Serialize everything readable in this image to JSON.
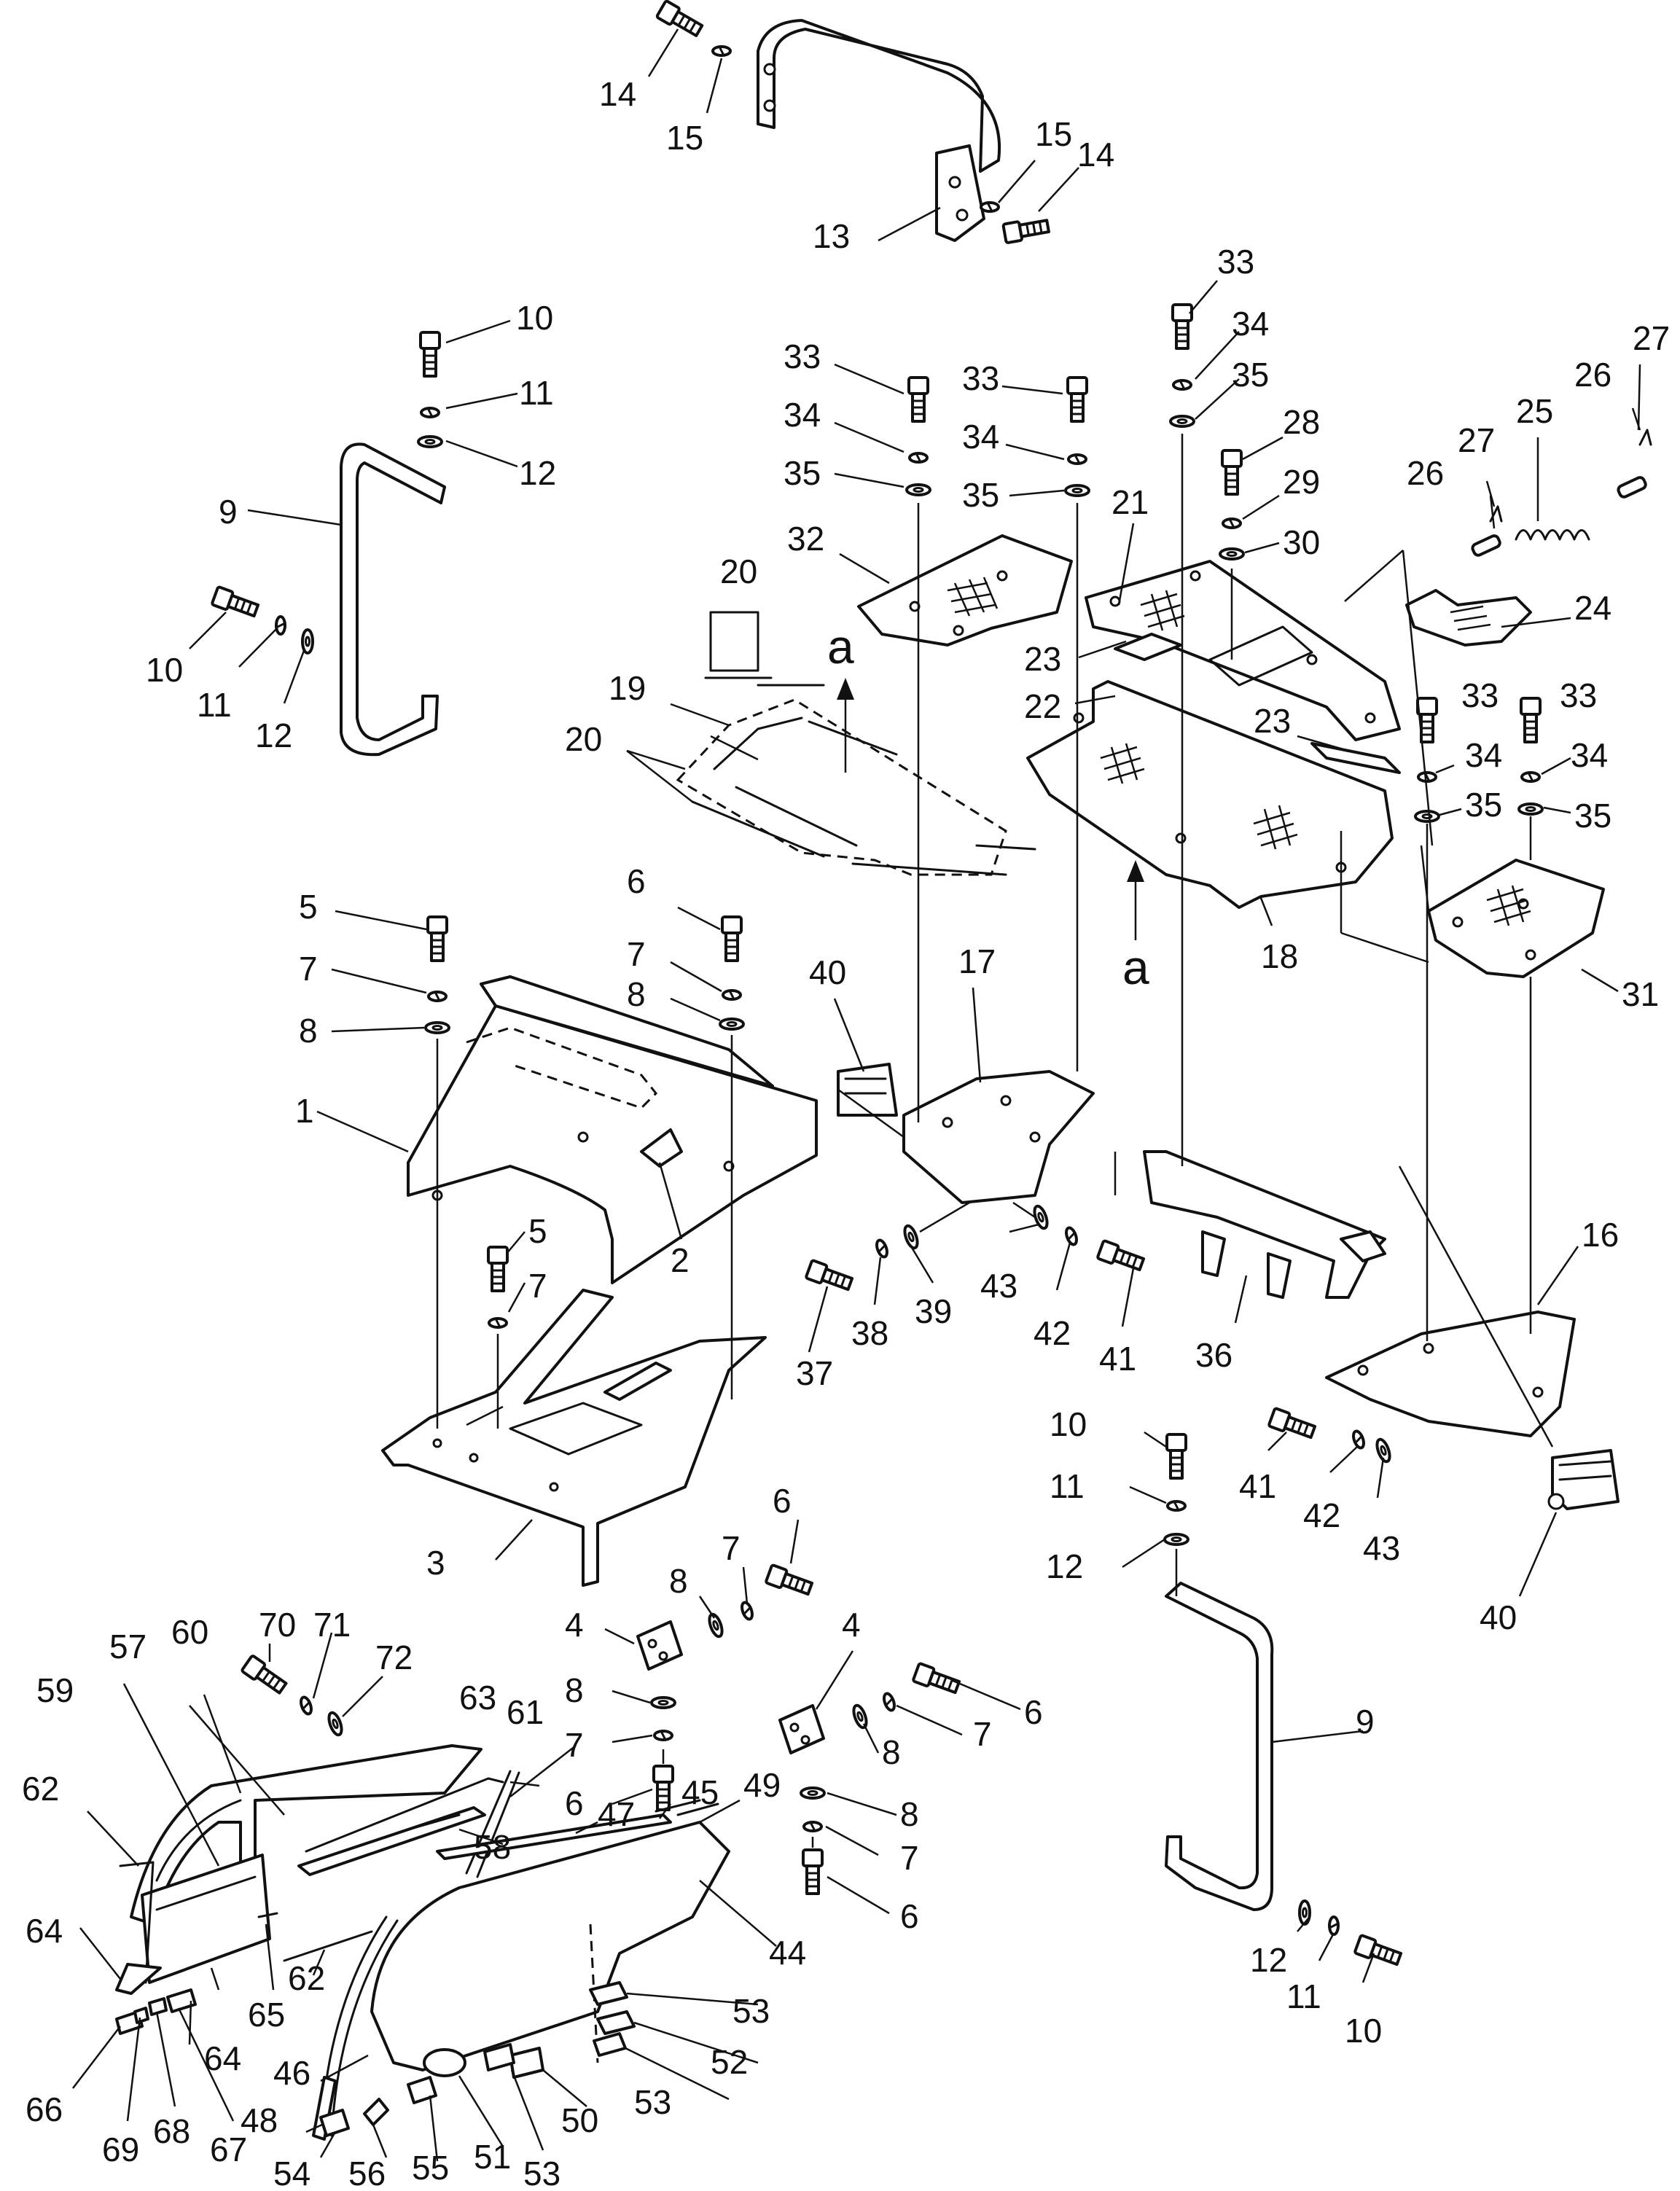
{
  "diagram": {
    "view_letter": "a",
    "callouts": {
      "p1": "1",
      "p2": "2",
      "p3": "3",
      "p4": "4",
      "p5": "5",
      "p6": "6",
      "p7": "7",
      "p8": "8",
      "p9": "9",
      "p10": "10",
      "p11": "11",
      "p12": "12",
      "p13": "13",
      "p14": "14",
      "p15": "15",
      "p16": "16",
      "p17": "17",
      "p18": "18",
      "p19": "19",
      "p20": "20",
      "p21": "21",
      "p22": "22",
      "p23": "23",
      "p24": "24",
      "p25": "25",
      "p26": "26",
      "p27": "27",
      "p28": "28",
      "p29": "29",
      "p30": "30",
      "p31": "31",
      "p32": "32",
      "p33": "33",
      "p34": "34",
      "p35": "35",
      "p36": "36",
      "p37": "37",
      "p38": "38",
      "p39": "39",
      "p40": "40",
      "p41": "41",
      "p42": "42",
      "p43": "43",
      "p44": "44",
      "p45": "45",
      "p46": "46",
      "p47": "47",
      "p48": "48",
      "p49": "49",
      "p50": "50",
      "p51": "51",
      "p52": "52",
      "p53": "53",
      "p54": "54",
      "p55": "55",
      "p56": "56",
      "p57": "57",
      "p58": "58",
      "p59": "59",
      "p60": "60",
      "p61": "61",
      "p62": "62",
      "p63": "63",
      "p64": "64",
      "p65": "65",
      "p66": "66",
      "p67": "67",
      "p68": "68",
      "p69": "69",
      "p70": "70",
      "p71": "71",
      "p72": "72"
    }
  }
}
